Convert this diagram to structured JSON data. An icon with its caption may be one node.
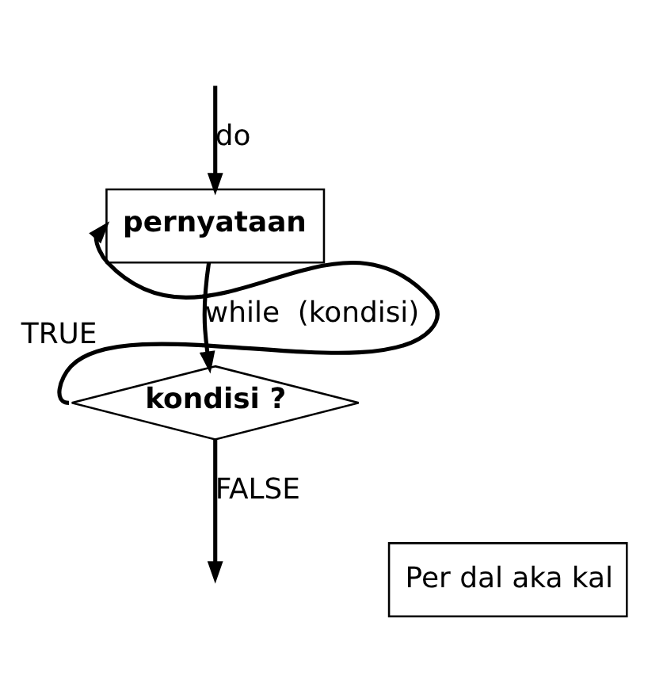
{
  "diagram": {
    "nodes": [
      {
        "text": [
          "pernyataan"
        ]
      },
      {
        "text": [
          "kondisi ?"
        ]
      },
      {
        "text": [
          "Per dal aka kal"
        ]
      }
    ],
    "edges": [
      {
        "from": null,
        "to": 0,
        "arrow": "to",
        "label": "do"
      },
      {
        "from": 0,
        "to": 1,
        "arrow": "to",
        "label": "while  (kondisi)"
      },
      {
        "from": 1,
        "to": 0,
        "arrow": "to",
        "label": "TRUE"
      },
      {
        "from": 1,
        "to": null,
        "arrow": "to",
        "label": "FALSE"
      }
    ]
  }
}
